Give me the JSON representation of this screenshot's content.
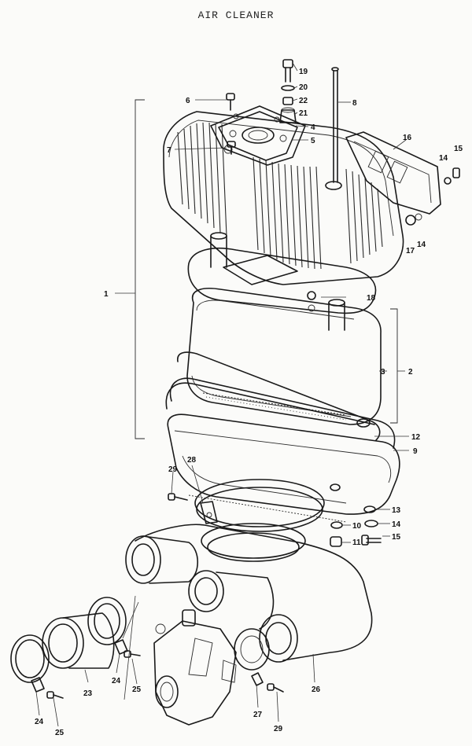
{
  "title": "AIR CLEANER",
  "callouts": {
    "c1": "1",
    "c2": "2",
    "c3": "3",
    "c4": "4",
    "c5": "5",
    "c6": "6",
    "c7": "7",
    "c8": "8",
    "c9": "9",
    "c10": "10",
    "c11": "11",
    "c12": "12",
    "c13": "13",
    "c14a": "14",
    "c14b": "14",
    "c14c": "14",
    "c15a": "15",
    "c15b": "15",
    "c16": "16",
    "c17": "17",
    "c18": "18",
    "c19": "19",
    "c20": "20",
    "c21": "21",
    "c22": "22",
    "c23": "23",
    "c24a": "24",
    "c24b": "24",
    "c25a": "25",
    "c25b": "25",
    "c26": "26",
    "c27": "27",
    "c28": "28",
    "c29a": "29",
    "c29b": "29"
  }
}
